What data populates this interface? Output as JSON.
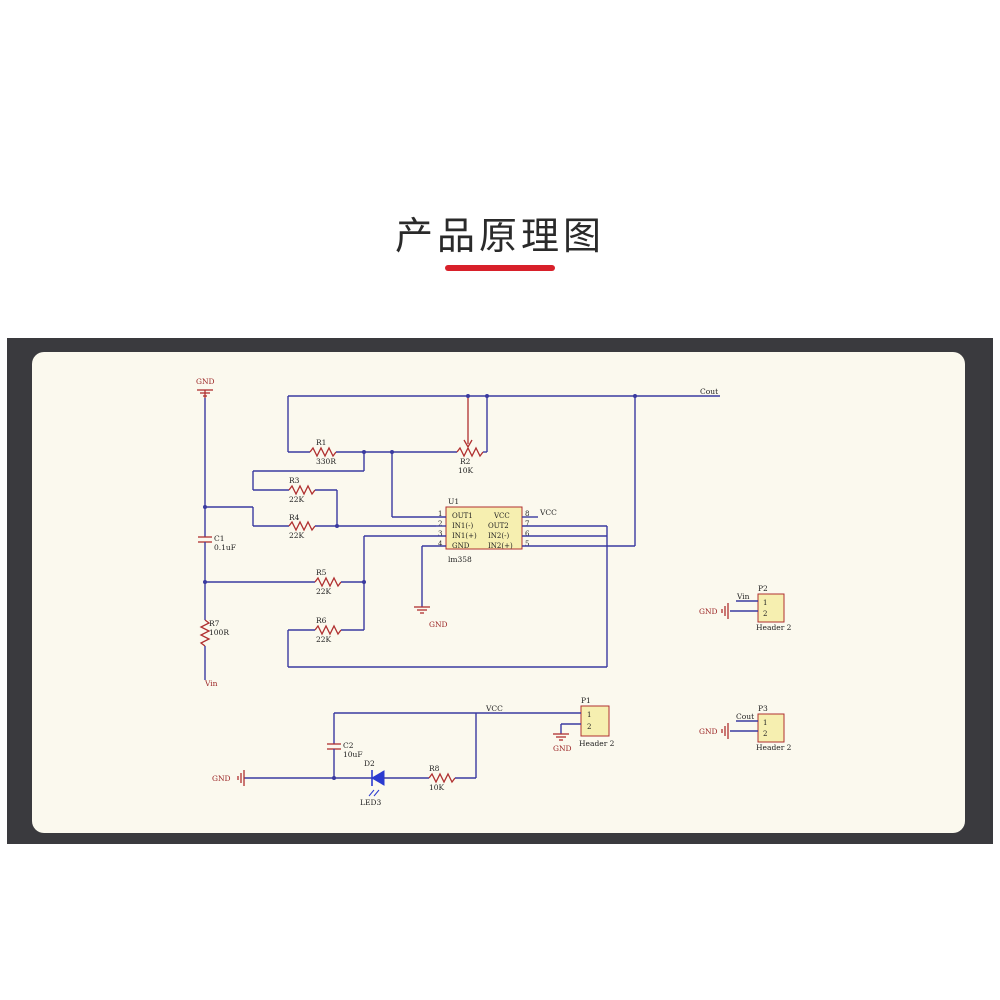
{
  "page": {
    "title": "产品原理图"
  },
  "colors": {
    "accent_underline": "#d8202a",
    "frame": "#3a3a3e",
    "panel": "#fbf9ee",
    "wire": "#3a3aa0",
    "part": "#b03030"
  },
  "schematic": {
    "nets": {
      "gnd": "GND",
      "vin": "Vin",
      "vcc": "VCC",
      "cout": "Cout"
    },
    "components": {
      "c1": {
        "ref": "C1",
        "value": "0.1uF"
      },
      "r7": {
        "ref": "R7",
        "value": "100R"
      },
      "r1": {
        "ref": "R1",
        "value": "330R"
      },
      "r2": {
        "ref": "R2",
        "value": "10K"
      },
      "r3": {
        "ref": "R3",
        "value": "22K"
      },
      "r4": {
        "ref": "R4",
        "value": "22K"
      },
      "r5": {
        "ref": "R5",
        "value": "22K"
      },
      "r6": {
        "ref": "R6",
        "value": "22K"
      },
      "u1": {
        "ref": "U1",
        "value": "lm358",
        "left_pins": [
          "OUT1",
          "IN1(-)",
          "IN1(+)",
          "GND"
        ],
        "left_nums": [
          "1",
          "2",
          "3",
          "4"
        ],
        "right_pins": [
          "VCC",
          "OUT2",
          "IN2(-)",
          "IN2(+)"
        ],
        "right_nums": [
          "8",
          "7",
          "6",
          "5"
        ]
      },
      "c2": {
        "ref": "C2",
        "value": "10uF"
      },
      "d2": {
        "ref": "D2",
        "value": "LED3"
      },
      "r8": {
        "ref": "R8",
        "value": "10K"
      },
      "p1": {
        "ref": "P1",
        "value": "Header 2",
        "pins": [
          "1",
          "2"
        ]
      },
      "p2": {
        "ref": "P2",
        "value": "Header 2",
        "pins": [
          "1",
          "2"
        ]
      },
      "p3": {
        "ref": "P3",
        "value": "Header 2",
        "pins": [
          "1",
          "2"
        ]
      }
    }
  }
}
